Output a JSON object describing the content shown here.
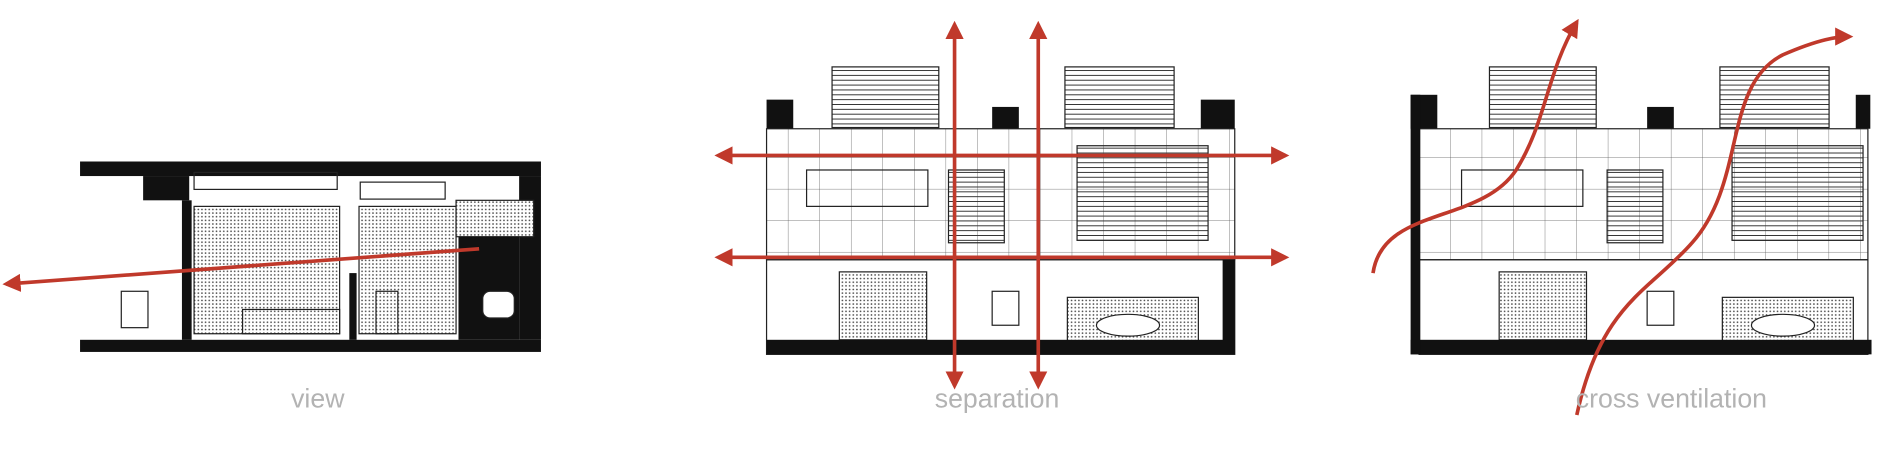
{
  "panels": [
    {
      "label": "view"
    },
    {
      "label": "separation"
    },
    {
      "label": "cross ventilation"
    }
  ],
  "colors": {
    "arrow": "#c0392b",
    "label": "#b3b3b3",
    "drawing": "#111111"
  }
}
